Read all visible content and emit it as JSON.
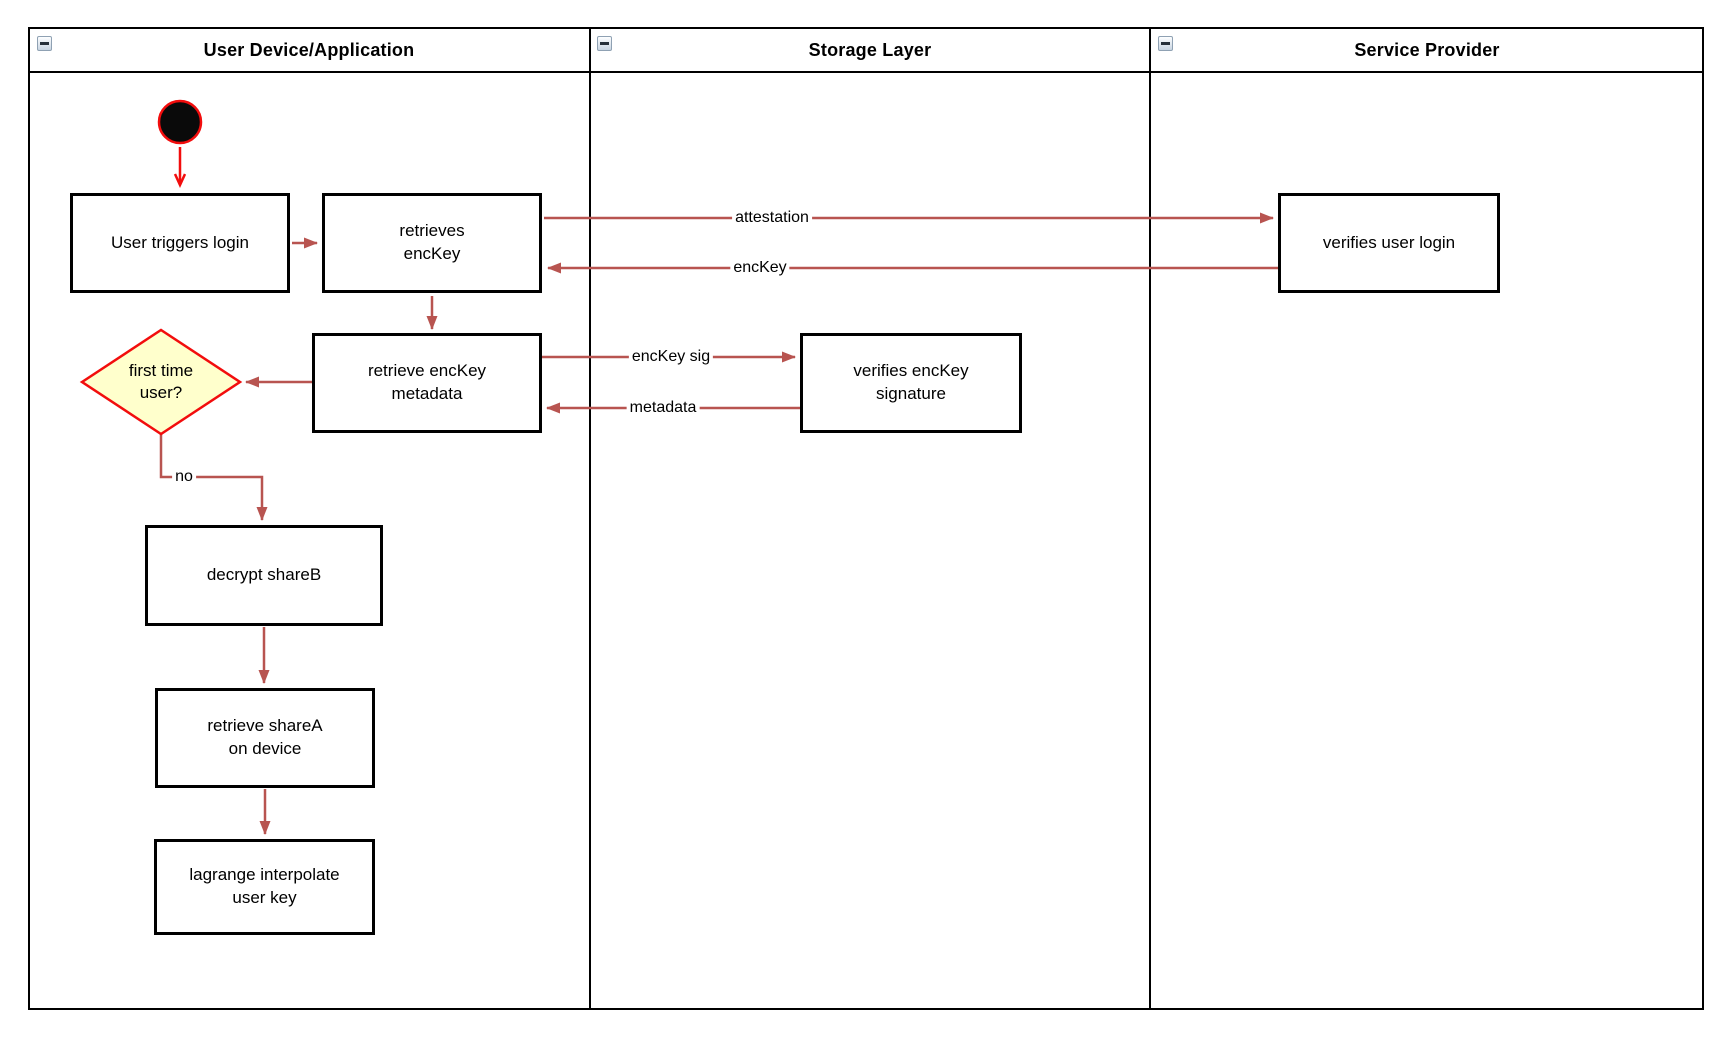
{
  "colors": {
    "edge_arrow": "#b85450",
    "highlight_red": "#f20d0d",
    "decision_fill": "#ffffcc",
    "shape_border": "#000000",
    "background": "#ffffff"
  },
  "icons": {
    "lane_collapse": "minus-square"
  },
  "lanes": [
    {
      "title": "User Device/Application"
    },
    {
      "title": "Storage Layer"
    },
    {
      "title": "Service Provider"
    }
  ],
  "nodes": {
    "user_triggers_login": "User triggers login",
    "retrieves_enckey": "retrieves\nencKey",
    "retrieve_enckey_metadata": "retrieve encKey\nmetadata",
    "first_time_user": "first time\nuser?",
    "decrypt_shareb": "decrypt shareB",
    "retrieve_sharea": "retrieve shareA\non device",
    "lagrange_interpolate": "lagrange interpolate\nuser key",
    "verifies_enckey_signature": "verifies encKey\nsignature",
    "verifies_user_login": "verifies user login"
  },
  "edge_labels": {
    "attestation": "attestation",
    "enckey": "encKey",
    "enckey_sig": "encKey sig",
    "metadata": "metadata",
    "no": "no"
  }
}
